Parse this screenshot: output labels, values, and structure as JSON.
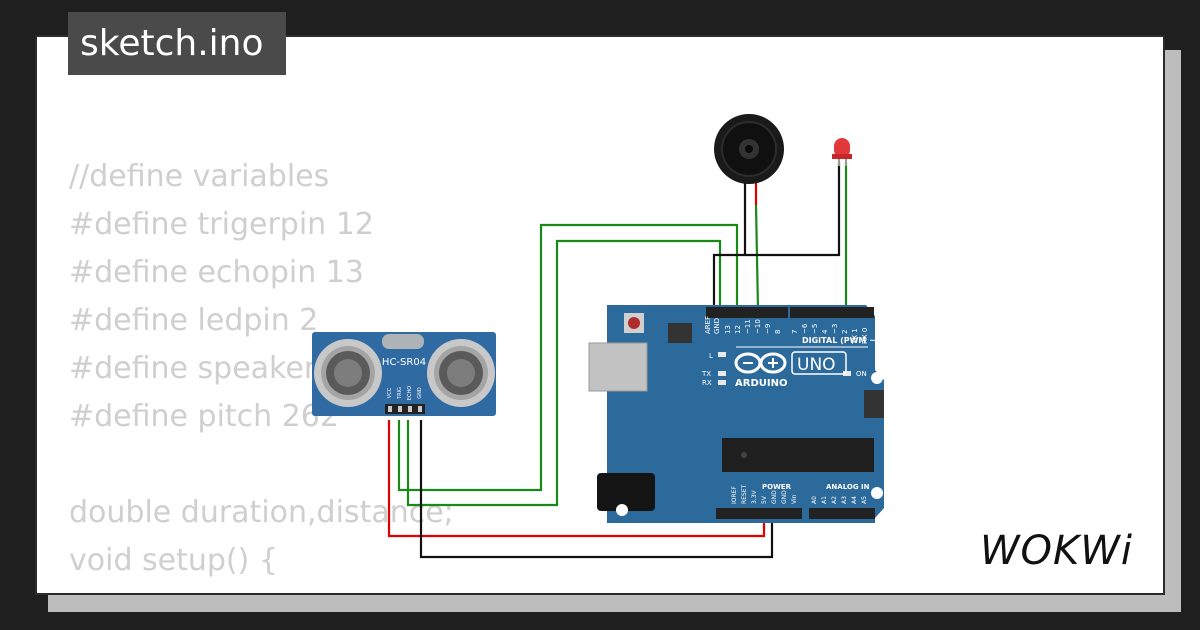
{
  "title": "sketch.ino",
  "code_lines": [
    "//define variables",
    "#define trigerpin 12",
    "#define echopin 13",
    "#define ledpin 2",
    "#define speaker",
    "#define pitch 262",
    "",
    "double duration,distance;",
    "void setup() {"
  ],
  "sensor": {
    "label": "HC-SR04",
    "pins": [
      "VCC",
      "TRIG",
      "ECHO",
      "GND"
    ]
  },
  "board": {
    "aref": "AREF",
    "gnd": "GND",
    "digital_pins": [
      "13",
      "12",
      "~11",
      "~10",
      "~9",
      "8",
      "7",
      "~6",
      "~5",
      "4",
      "~3",
      "2",
      "TX 1",
      "RX 0"
    ],
    "digital_label": "DIGITAL (PWM ~)",
    "led_l": "L",
    "tx": "TX",
    "rx": "RX",
    "on": "ON",
    "brand": "ARDUINO",
    "model": "UNO",
    "power_label": "POWER",
    "analog_label": "ANALOG IN",
    "power_pins": [
      "IOREF",
      "RESET",
      "3.3V",
      "5V",
      "GND",
      "GND",
      "Vin"
    ],
    "analog_pins": [
      "A0",
      "A1",
      "A2",
      "A3",
      "A4",
      "A5"
    ]
  },
  "colors": {
    "board": "#2c6a9b",
    "wire_green": "#178a17",
    "wire_red": "#e00000",
    "wire_black": "#111111",
    "led": "#e23a3a"
  },
  "logo": "WOKWi"
}
